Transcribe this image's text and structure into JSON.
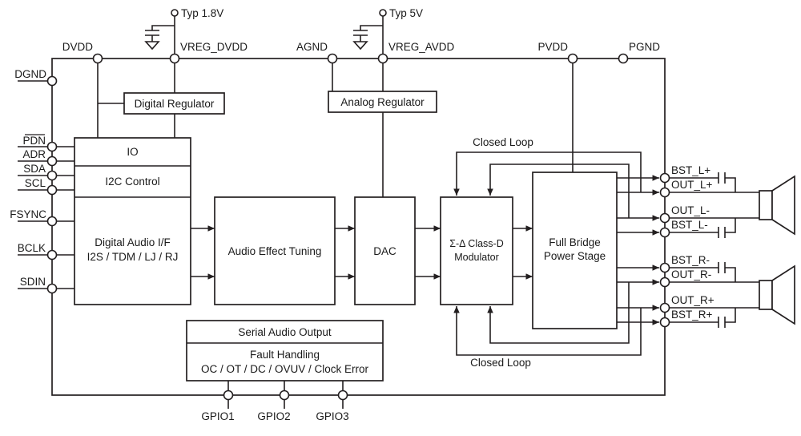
{
  "colors": {
    "line": "#231f20",
    "background": "#ffffff",
    "text": "#1a1a1a"
  },
  "supplies": {
    "v18": "Typ 1.8V",
    "v5": "Typ 5V"
  },
  "pins": {
    "top": [
      "DVDD",
      "VREG_DVDD",
      "AGND",
      "VREG_AVDD",
      "PVDD",
      "PGND"
    ],
    "left": [
      "DGND",
      "PDN",
      "ADR",
      "SDA",
      "SCL",
      "FSYNC",
      "BCLK",
      "SDIN"
    ],
    "right": [
      "BST_L+",
      "OUT_L+",
      "OUT_L-",
      "BST_L-",
      "BST_R-",
      "OUT_R-",
      "OUT_R+",
      "BST_R+"
    ],
    "bottom": [
      "GPIO1",
      "GPIO2",
      "GPIO3"
    ]
  },
  "blocks": {
    "digital_regulator": "Digital Regulator",
    "analog_regulator": "Analog Regulator",
    "io": "IO",
    "i2c_control": "I2C Control",
    "digital_audio_if": {
      "line1": "Digital Audio I/F",
      "line2": "I2S / TDM / LJ / RJ"
    },
    "audio_effect_tuning": "Audio Effect Tuning",
    "dac": "DAC",
    "modulator": {
      "line1": "Σ-Δ Class-D",
      "line2": "Modulator"
    },
    "full_bridge": {
      "line1": "Full Bridge",
      "line2": "Power Stage"
    },
    "serial_audio_output": "Serial Audio Output",
    "fault_handling": {
      "line1": "Fault Handling",
      "line2": "OC / OT / DC / OVUV / Clock Error"
    }
  },
  "annotations": {
    "closed_loop_top": "Closed Loop",
    "closed_loop_bottom": "Closed Loop"
  },
  "icons": {
    "capacitor": "capacitor-symbol",
    "ground": "ground-symbol",
    "speaker": "speaker-symbol"
  }
}
